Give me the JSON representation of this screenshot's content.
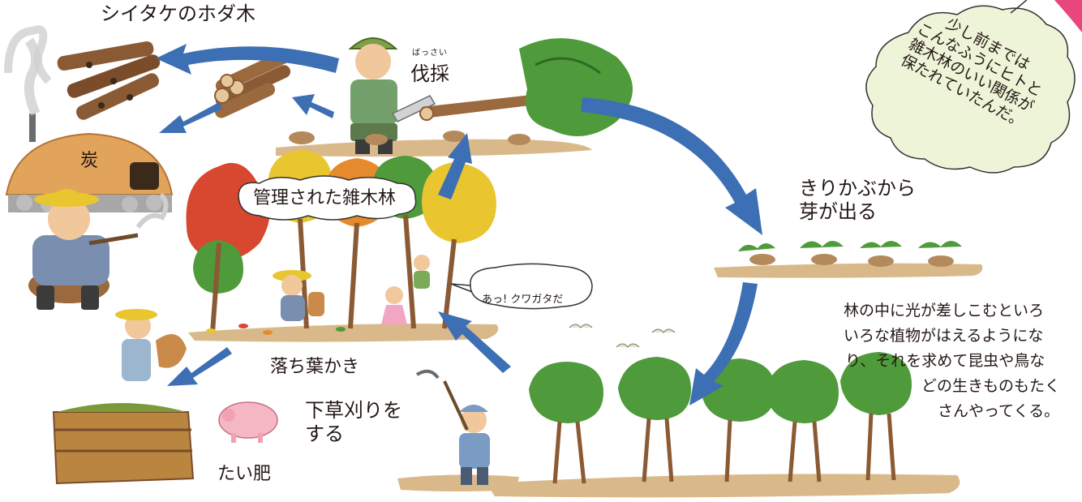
{
  "labels": {
    "shiitake": "シイタケのホダ木",
    "bassai_ruby": "ばっさい",
    "bassai": "伐採",
    "sumi": "炭",
    "managed_forest": "管理された雑木林",
    "kirikabu_line1": "きりかぶから",
    "kirikabu_line2": "芽が出る",
    "kuwagata": "あっ! クワガタだ",
    "ochiba": "落ち葉かき",
    "shitakusa_line1": "下草刈りを",
    "shitakusa_line2": "する",
    "taihi": "たい肥"
  },
  "cloud_note": {
    "lines": [
      "少し前までは",
      "こんなふうにヒトと",
      "雑木林のいい関係が",
      "保たれていたんだ。"
    ]
  },
  "description": {
    "lines": [
      "林の中に光が差しこむといろ",
      "いろな植物がはえるようにな",
      "り、それを求めて昆虫や鳥な",
      "どの生きものもたく",
      "さんやってくる。"
    ]
  },
  "colors": {
    "arrow": "#3d6fb4",
    "ground": "#d9b98a",
    "leaf_green": "#4f9a3b",
    "leaf_red": "#d8472f",
    "leaf_orange": "#e58b2d",
    "leaf_yellow": "#e9c530",
    "trunk": "#8a5a34",
    "cloud_fill": "#eef4d8",
    "pink_accent": "#e8467c"
  }
}
